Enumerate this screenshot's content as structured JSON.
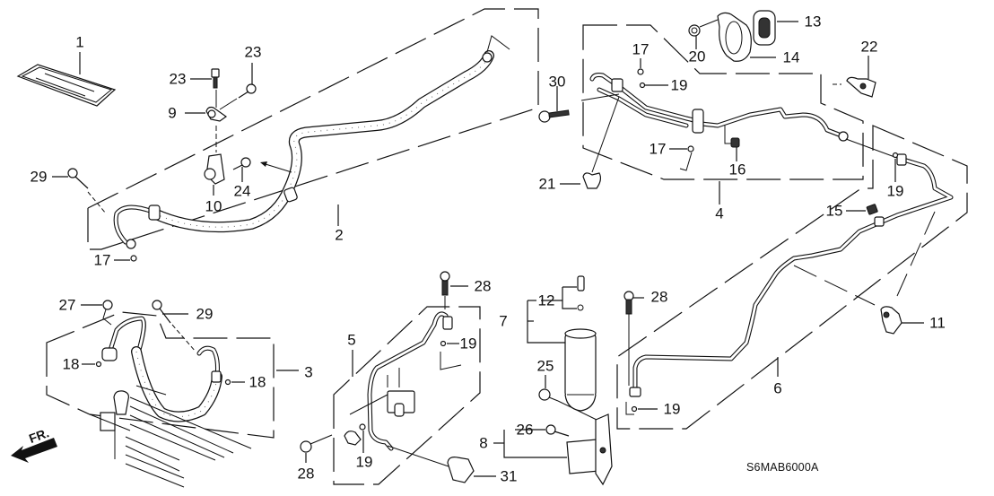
{
  "diagram": {
    "title": "A/C Hoses & Pipes",
    "diagram_code": "S6MAB6000A",
    "direction_indicator": "FR.",
    "callouts": [
      {
        "id": "c1",
        "label": "1"
      },
      {
        "id": "c2",
        "label": "2"
      },
      {
        "id": "c3",
        "label": "3"
      },
      {
        "id": "c4",
        "label": "4"
      },
      {
        "id": "c5",
        "label": "5"
      },
      {
        "id": "c6",
        "label": "6"
      },
      {
        "id": "c7",
        "label": "7"
      },
      {
        "id": "c8",
        "label": "8"
      },
      {
        "id": "c9",
        "label": "9"
      },
      {
        "id": "c10",
        "label": "10"
      },
      {
        "id": "c11",
        "label": "11"
      },
      {
        "id": "c12",
        "label": "12"
      },
      {
        "id": "c13",
        "label": "13"
      },
      {
        "id": "c14",
        "label": "14"
      },
      {
        "id": "c15",
        "label": "15"
      },
      {
        "id": "c16",
        "label": "16"
      },
      {
        "id": "c17a",
        "label": "17"
      },
      {
        "id": "c17b",
        "label": "17"
      },
      {
        "id": "c17c",
        "label": "17"
      },
      {
        "id": "c18a",
        "label": "18"
      },
      {
        "id": "c18b",
        "label": "18"
      },
      {
        "id": "c19a",
        "label": "19"
      },
      {
        "id": "c19b",
        "label": "19"
      },
      {
        "id": "c19c",
        "label": "19"
      },
      {
        "id": "c19d",
        "label": "19"
      },
      {
        "id": "c19e",
        "label": "19"
      },
      {
        "id": "c20",
        "label": "20"
      },
      {
        "id": "c21",
        "label": "21"
      },
      {
        "id": "c22",
        "label": "22"
      },
      {
        "id": "c23a",
        "label": "23"
      },
      {
        "id": "c23b",
        "label": "23"
      },
      {
        "id": "c24",
        "label": "24"
      },
      {
        "id": "c25",
        "label": "25"
      },
      {
        "id": "c26",
        "label": "26"
      },
      {
        "id": "c27",
        "label": "27"
      },
      {
        "id": "c28a",
        "label": "28"
      },
      {
        "id": "c28b",
        "label": "28"
      },
      {
        "id": "c28c",
        "label": "28"
      },
      {
        "id": "c29a",
        "label": "29"
      },
      {
        "id": "c29b",
        "label": "29"
      },
      {
        "id": "c30",
        "label": "30"
      },
      {
        "id": "c31",
        "label": "31"
      }
    ]
  }
}
